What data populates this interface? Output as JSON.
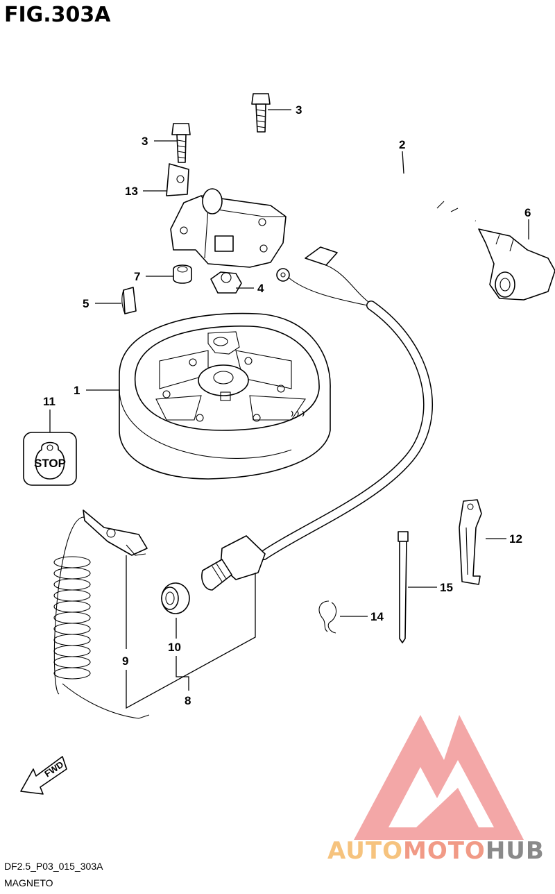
{
  "figure": {
    "title": "FIG.303A",
    "drawing_code": "DF2.5_P03_015_303A",
    "caption": "MAGNETO"
  },
  "callouts": {
    "c1": "1",
    "c2": "2",
    "c3a": "3",
    "c3b": "3",
    "c4": "4",
    "c5": "5",
    "c6": "6",
    "c7": "7",
    "c8": "8",
    "c9": "9",
    "c10": "10",
    "c11": "11",
    "c12": "12",
    "c13": "13",
    "c14": "14",
    "c15": "15"
  },
  "labels": {
    "stop_switch": "STOP",
    "fwd_arrow": "FWD"
  },
  "watermark": {
    "part1": "AUTO",
    "part2": "MOTO",
    "part3": "HUB",
    "color_auto": "#f6c37e",
    "color_moto": "#f19a86",
    "color_hub": "#8a8a8a"
  }
}
